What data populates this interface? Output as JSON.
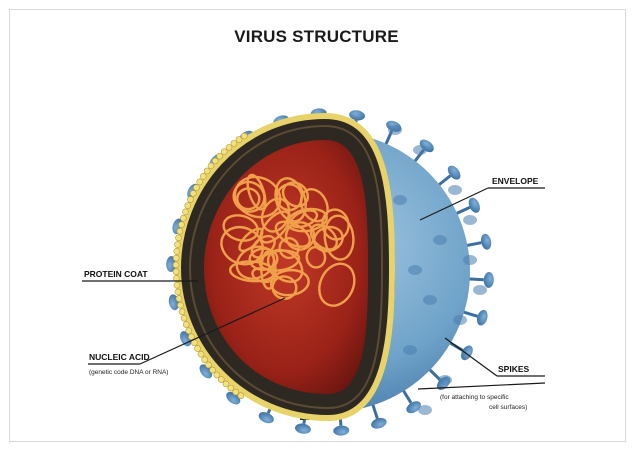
{
  "title": "VIRUS STRUCTURE",
  "labels": {
    "envelope": "ENVELOPE",
    "protein_coat": "PROTEIN COAT",
    "nucleic_acid": "NUCLEIC ACID",
    "nucleic_acid_note": "(genetic code DNA or RNA)",
    "spikes": "SPIKES",
    "spikes_note_1": "(for attaching to specific",
    "spikes_note_2": "cell surfaces)"
  },
  "colors": {
    "envelope": "#6fa3c9",
    "spike": "#4f86b8",
    "protein_coat": "#e7d36a",
    "capsid_rim": "#4a4036",
    "interior": "#a8261d",
    "genome": "#f0a04a"
  }
}
